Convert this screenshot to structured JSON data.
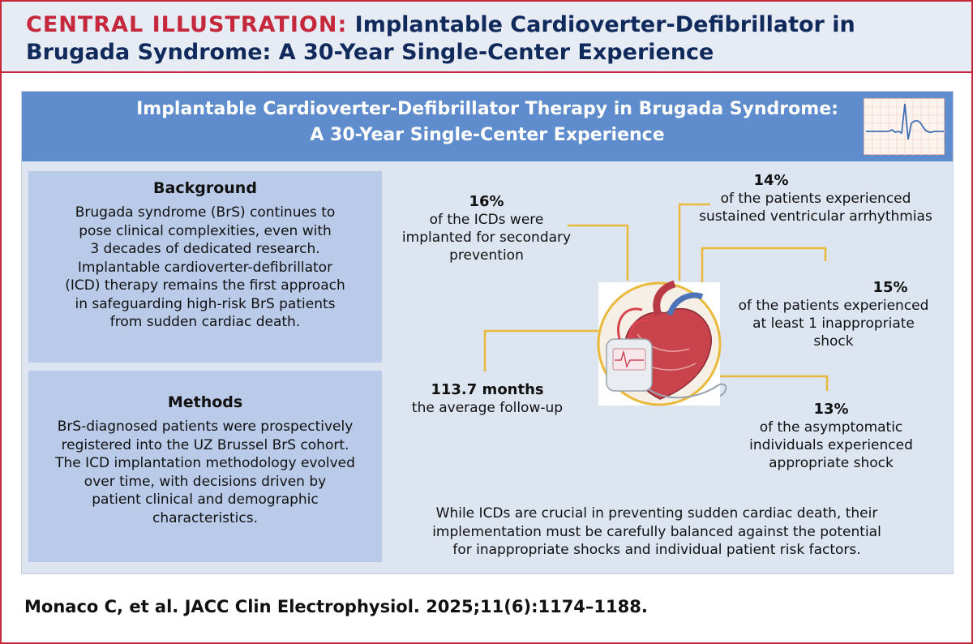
{
  "header": {
    "label": "CENTRAL ILLUSTRATION:",
    "title_line1": "Implantable Cardioverter-Defibrillator in",
    "title_line2": "Brugada Syndrome: A 30-Year Single-Center Experience"
  },
  "banner": {
    "line1": "Implantable Cardioverter-Defibrillator Therapy in Brugada Syndrome:",
    "line2": "A 30-Year Single-Center Experience"
  },
  "background": {
    "heading": "Background",
    "lines": [
      "Brugada syndrome (BrS) continues to",
      "pose clinical complexities, even with",
      "3 decades of dedicated research.",
      "Implantable cardioverter-defibrillator",
      "(ICD) therapy remains the first approach",
      "in safeguarding high-risk BrS patients",
      "from sudden cardiac death."
    ]
  },
  "methods": {
    "heading": "Methods",
    "lines": [
      "BrS-diagnosed patients were prospectively",
      "registered into the UZ Brussel BrS cohort.",
      "The ICD implantation methodology evolved",
      "over time, with decisions driven by",
      "patient clinical and demographic",
      "characteristics."
    ]
  },
  "stats": {
    "secondary": {
      "value": "16%",
      "lines": [
        "of the ICDs were",
        "implanted for secondary",
        "prevention"
      ]
    },
    "sustained": {
      "value": "14%",
      "lines": [
        "of the patients experienced",
        "sustained ventricular arrhythmias"
      ]
    },
    "inappropriate": {
      "value": "15%",
      "lines": [
        "of the patients experienced",
        "at least 1 inappropriate",
        "shock"
      ]
    },
    "followup": {
      "value": "113.7 months",
      "lines": [
        "the average follow-up"
      ]
    },
    "asymptomatic": {
      "value": "13%",
      "lines": [
        "of the asymptomatic",
        "individuals experienced",
        "appropriate shock"
      ]
    }
  },
  "conclusion": {
    "lines": [
      "While ICDs are crucial in preventing sudden cardiac death, their",
      "implementation must be carefully balanced against the potential",
      "for inappropriate shocks and individual patient risk factors."
    ]
  },
  "citation": "Monaco C, et al. JACC Clin Electrophysiol. 2025;11(6):1174–1188.",
  "colors": {
    "accent_red": "#c4283a",
    "navy": "#102a5c",
    "banner_blue": "#5e8ccc",
    "box_blue": "#b9cbe8",
    "connector_gold": "#e8b93a"
  }
}
